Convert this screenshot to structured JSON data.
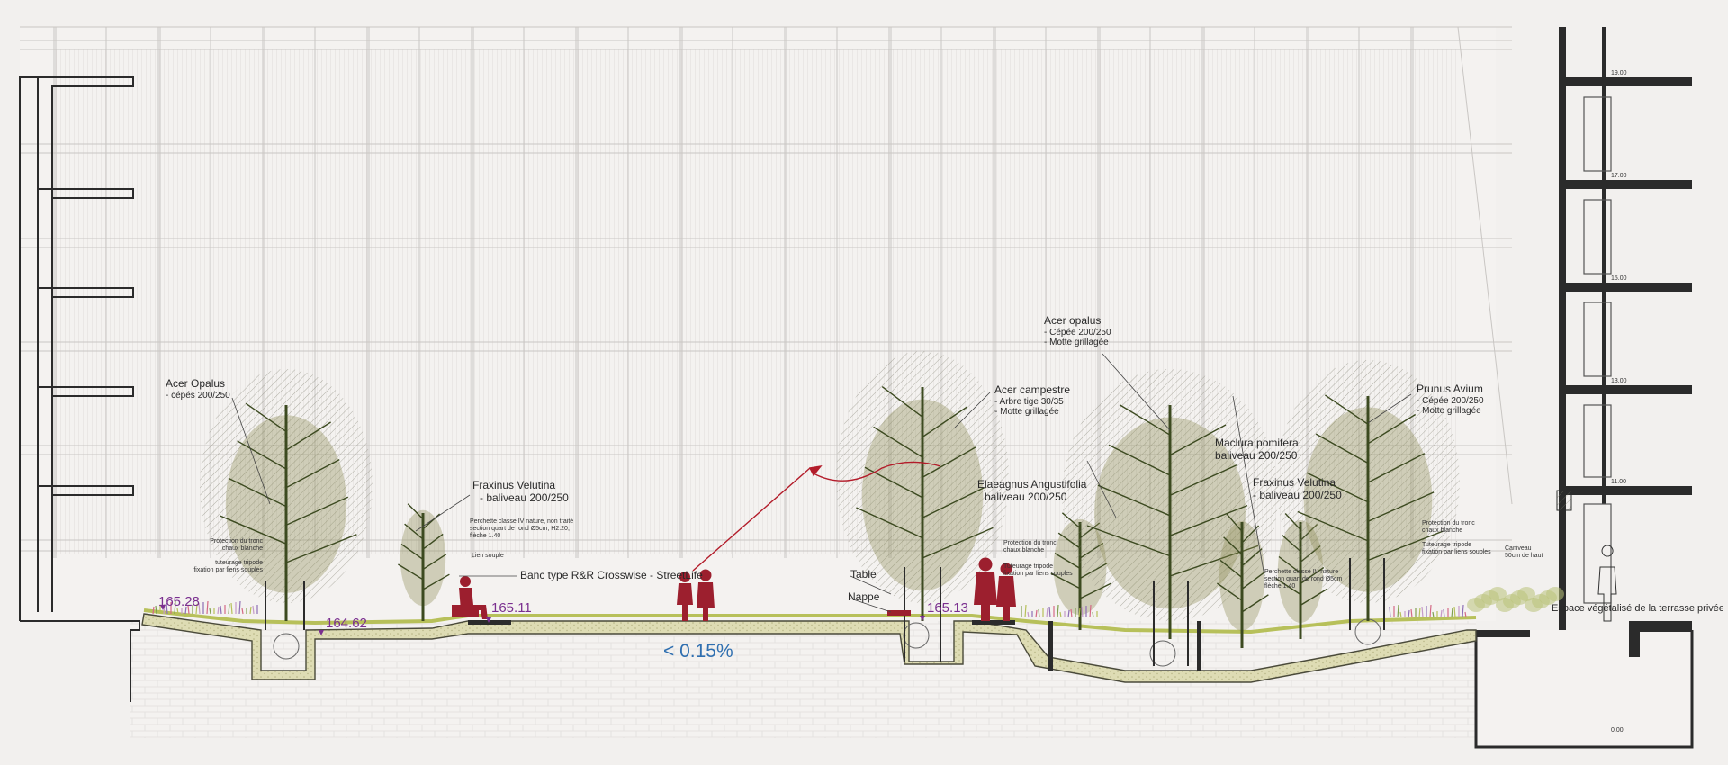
{
  "colors": {
    "background": "#f2f0ee",
    "facade_line": "#c9c6c3",
    "structure": "#2b2b2b",
    "planting": "#c6c79a",
    "tree_trunk": "#3c4a20",
    "tree_crown": "#8a8a50",
    "people": "#9c1f2e",
    "elevation": "#7a2f8f",
    "slope": "#2f6fb0"
  },
  "labels": {
    "acer_opalus_left": {
      "title": "Acer Opalus",
      "lines": [
        "- cépés 200/250"
      ]
    },
    "fraxinus_velutina_left": {
      "title": "Fraxinus Velutina",
      "lines": [
        "- baliveau 200/250"
      ]
    },
    "perchette": {
      "lines": [
        "Perchette classe IV nature, non traité",
        "section quart de rond Ø5cm, H2.20,",
        "flèche 1.40"
      ]
    },
    "lien_souple": "Lien souple",
    "protection_left": {
      "lines": [
        "Protection du tronc",
        "chaux blanche"
      ]
    },
    "tuteurage_left": {
      "lines": [
        "tuteurage tripode",
        "fixation par liens souples"
      ]
    },
    "bench": "Banc type R&R Crosswise - StreetLife",
    "table": "Table",
    "nappe": "Nappe",
    "acer_opalus_right": {
      "title": "Acer opalus",
      "lines": [
        "- Cépée 200/250",
        "- Motte grillagée"
      ]
    },
    "acer_campestre": {
      "title": "Acer campestre",
      "lines": [
        "- Arbre tige 30/35",
        "- Motte grillagée"
      ]
    },
    "elaeagnus": {
      "title": "Elaeagnus Angustifolia",
      "lines": [
        "baliveau 200/250"
      ]
    },
    "maclura": {
      "title": "Maclura pomifera",
      "lines": [
        "baliveau 200/250"
      ]
    },
    "fraxinus_velutina_right": {
      "title": "Fraxinus Velutina",
      "lines": [
        "- baliveau 200/250"
      ]
    },
    "prunus": {
      "title": "Prunus Avium",
      "lines": [
        "- Cépée 200/250",
        "- Motte grillagée"
      ]
    },
    "protection_mid": {
      "lines": [
        "Protection du tronc",
        "chaux blanche"
      ]
    },
    "tuteurage_mid": {
      "lines": [
        "Tuteurage tripode",
        "fixation par liens souples"
      ]
    },
    "perchette_right": {
      "lines": [
        "Perchette classe IV nature",
        "section quart de rond Ø5cm",
        "flèche 1.40"
      ]
    },
    "protection_right": {
      "lines": [
        "Protection du tronc",
        "chaux blanche"
      ]
    },
    "tuteurage_right": {
      "lines": [
        "Tuteurage tripode",
        "fixation par liens souples"
      ]
    },
    "caniveau": {
      "lines": [
        "Caniveau",
        "50cm de haut"
      ]
    },
    "espace": "Espace végétalisé de la terrasse privée"
  },
  "elevations": [
    "165.28",
    "164.62",
    "165.11",
    "165.13"
  ],
  "slope": "< 0.15%",
  "building_levels": [
    "19.00",
    "17.00",
    "15.00",
    "13.00",
    "11.00"
  ],
  "basement_level": "0.00"
}
